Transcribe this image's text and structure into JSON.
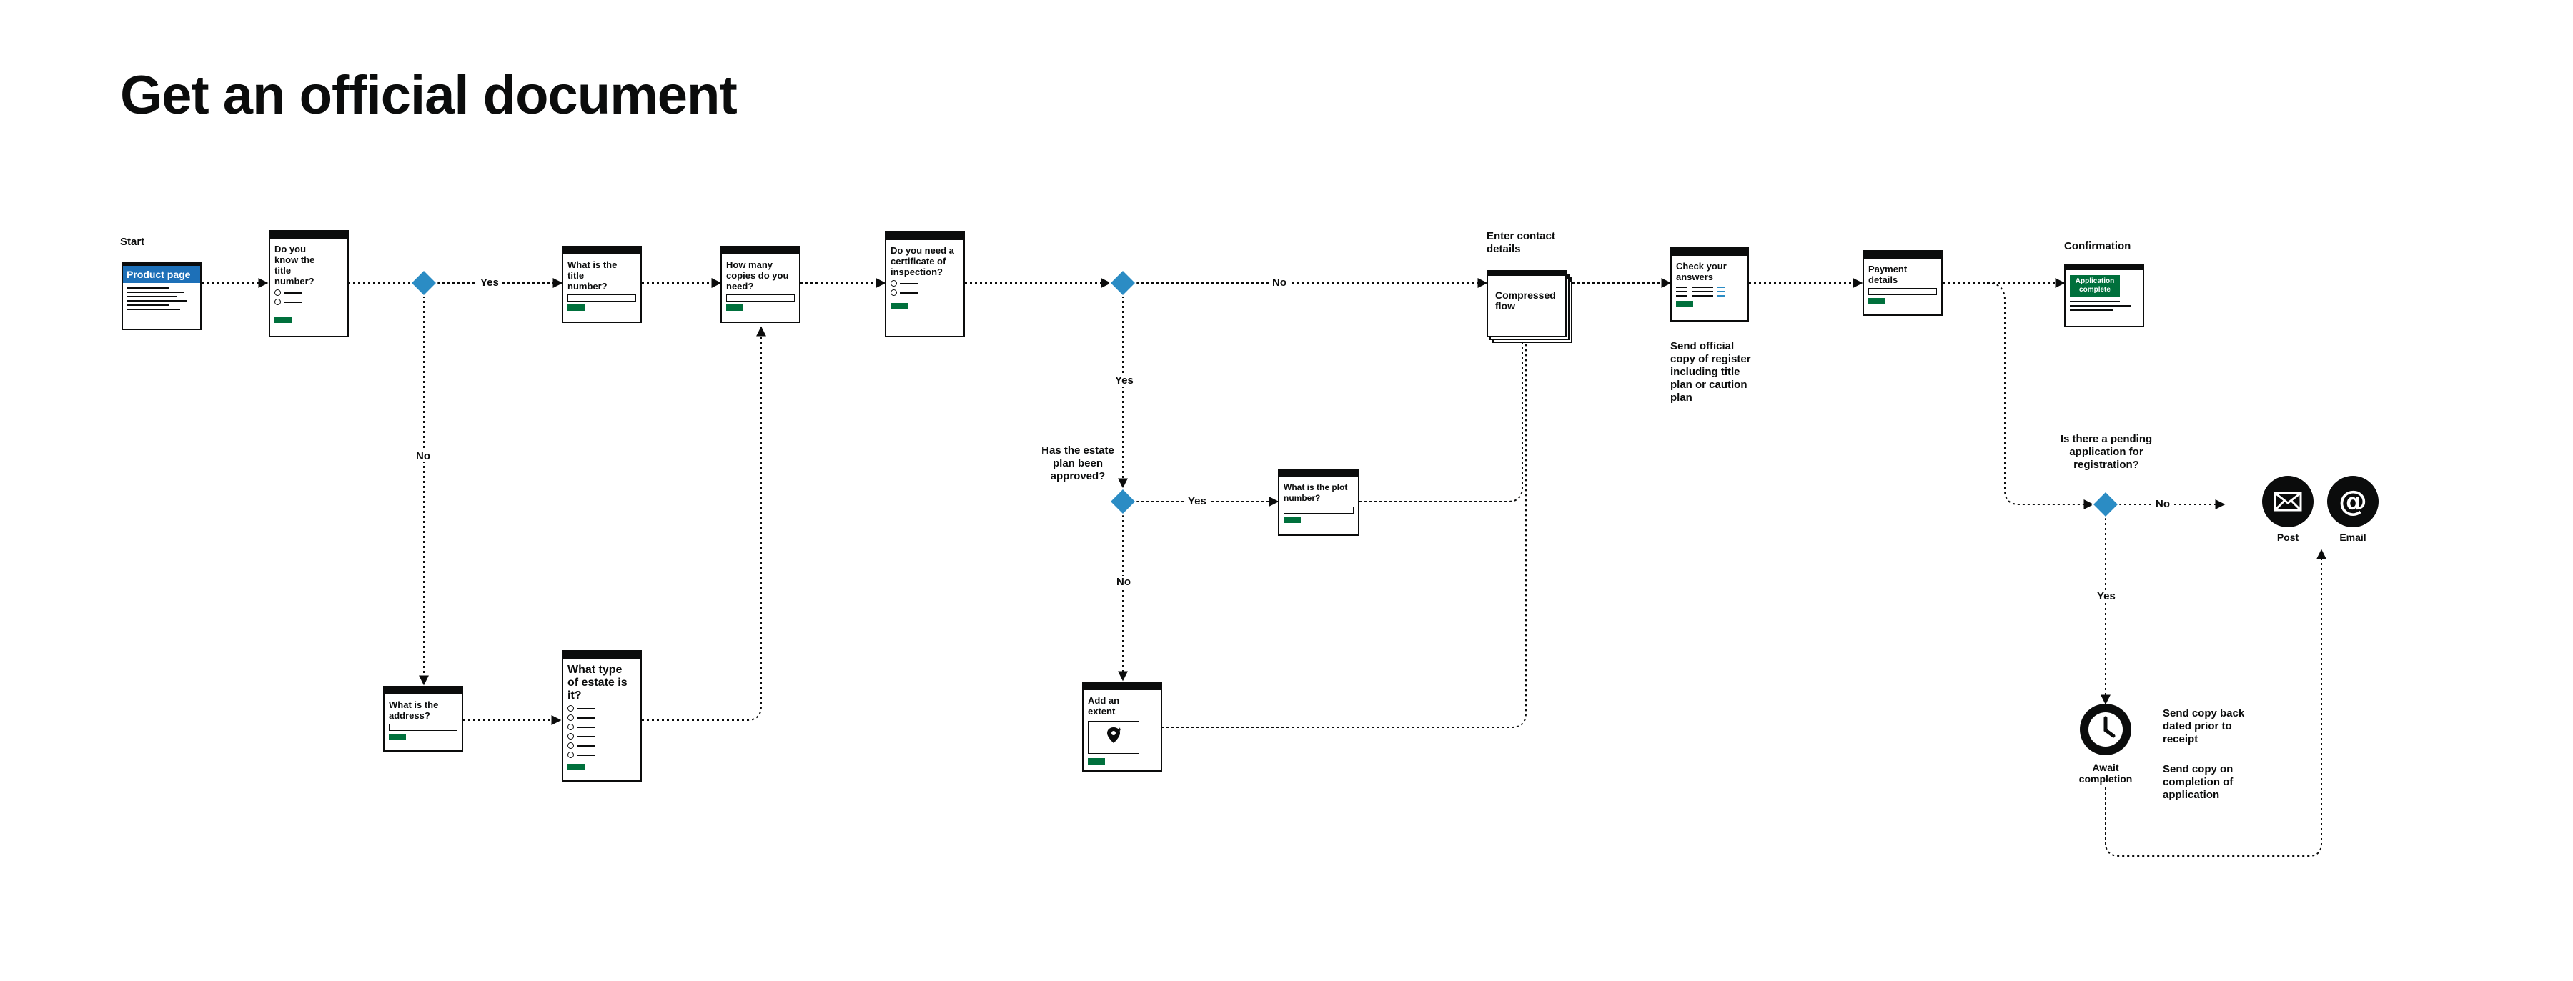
{
  "title": "Get an official document",
  "labels": {
    "start": "Start",
    "enter_contact": "Enter contact details",
    "confirmation": "Confirmation",
    "estate_plan_q": "Has the estate plan been approved?",
    "pending_q": "Is there a pending application for registration?",
    "send_official": "Send official copy of register including title plan or caution plan",
    "send_back": "Send copy back dated prior to receipt",
    "send_completion": "Send copy on completion of application"
  },
  "edges": {
    "yes": "Yes",
    "no": "No"
  },
  "cards": {
    "product": "Product page",
    "know_title": "Do you know the title number?",
    "title_number": "What is the title number?",
    "copies": "How many copies do you need?",
    "certificate": "Do you need a certificate of inspection?",
    "compressed": "Compressed flow",
    "check": "Check your answers",
    "payment": "Payment details",
    "app_complete": "Application complete",
    "plot": "What is the plot number?",
    "address": "What is the address?",
    "estate_type": "What type of estate is it?",
    "extent": "Add an extent"
  },
  "endpoints": {
    "post": "Post",
    "email": "Email",
    "await": "Await completion"
  },
  "colors": {
    "decision": "#2b8cc4",
    "button": "#00703c",
    "product": "#1d70b8",
    "ink": "#0b0c0c"
  }
}
